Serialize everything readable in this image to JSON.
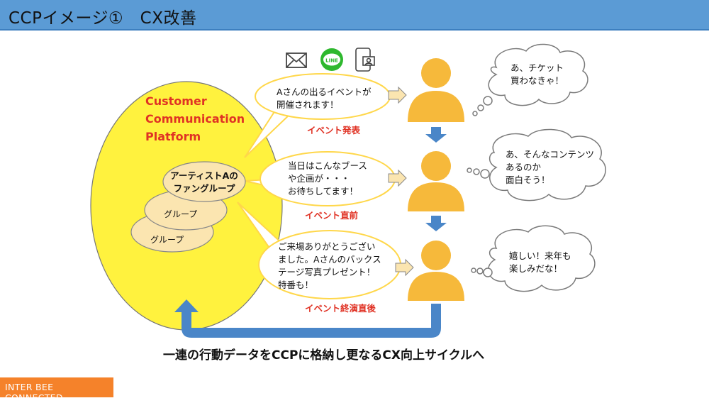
{
  "header": {
    "title": "CCPイメージ①　CX改善"
  },
  "platform": {
    "lines": [
      "Customer",
      "Communication",
      "Platform"
    ]
  },
  "fan_group": {
    "lines": [
      "アーティストAの",
      "ファングループ"
    ]
  },
  "groups": [
    "グループ",
    "グループ"
  ],
  "channel_icons": [
    "mail-icon",
    "line-icon",
    "smartphone-icon"
  ],
  "line_icon_label": "LINE",
  "stages": [
    {
      "message": [
        "Aさんの出るイベントが",
        "開催されます！"
      ],
      "label": "イベント発表",
      "thought": [
        "あ、チケット",
        "買わなきゃ！"
      ]
    },
    {
      "message": [
        "当日はこんなブース",
        "や企画が・・・",
        "お待ちしてます！"
      ],
      "label": "イベント直前",
      "thought": [
        "あ、そんなコンテンツ",
        "あるのか",
        "面白そう！"
      ]
    },
    {
      "message": [
        "ご来場ありがとうござい",
        "ました。Aさんのバックス",
        "テージ写真プレゼント！",
        "特番も！"
      ],
      "label": "イベント終演直後",
      "thought": [
        "嬉しい！来年も",
        "楽しみだな！"
      ]
    }
  ],
  "cycle_caption": "一連の行動データをCCPに格納し更なるCX向上サイクルへ",
  "footer": {
    "label": "INTER BEE CONNECTED"
  },
  "colors": {
    "header": "#5b9bd5",
    "platform_fill": "#fff23e",
    "group_fill": "#fbe5b0",
    "person": "#f6b93b",
    "arrow_blue": "#4a86c8",
    "bubble_stroke": "#ffd74a",
    "stage_label": "#e03224",
    "footer": "#f5822a"
  }
}
